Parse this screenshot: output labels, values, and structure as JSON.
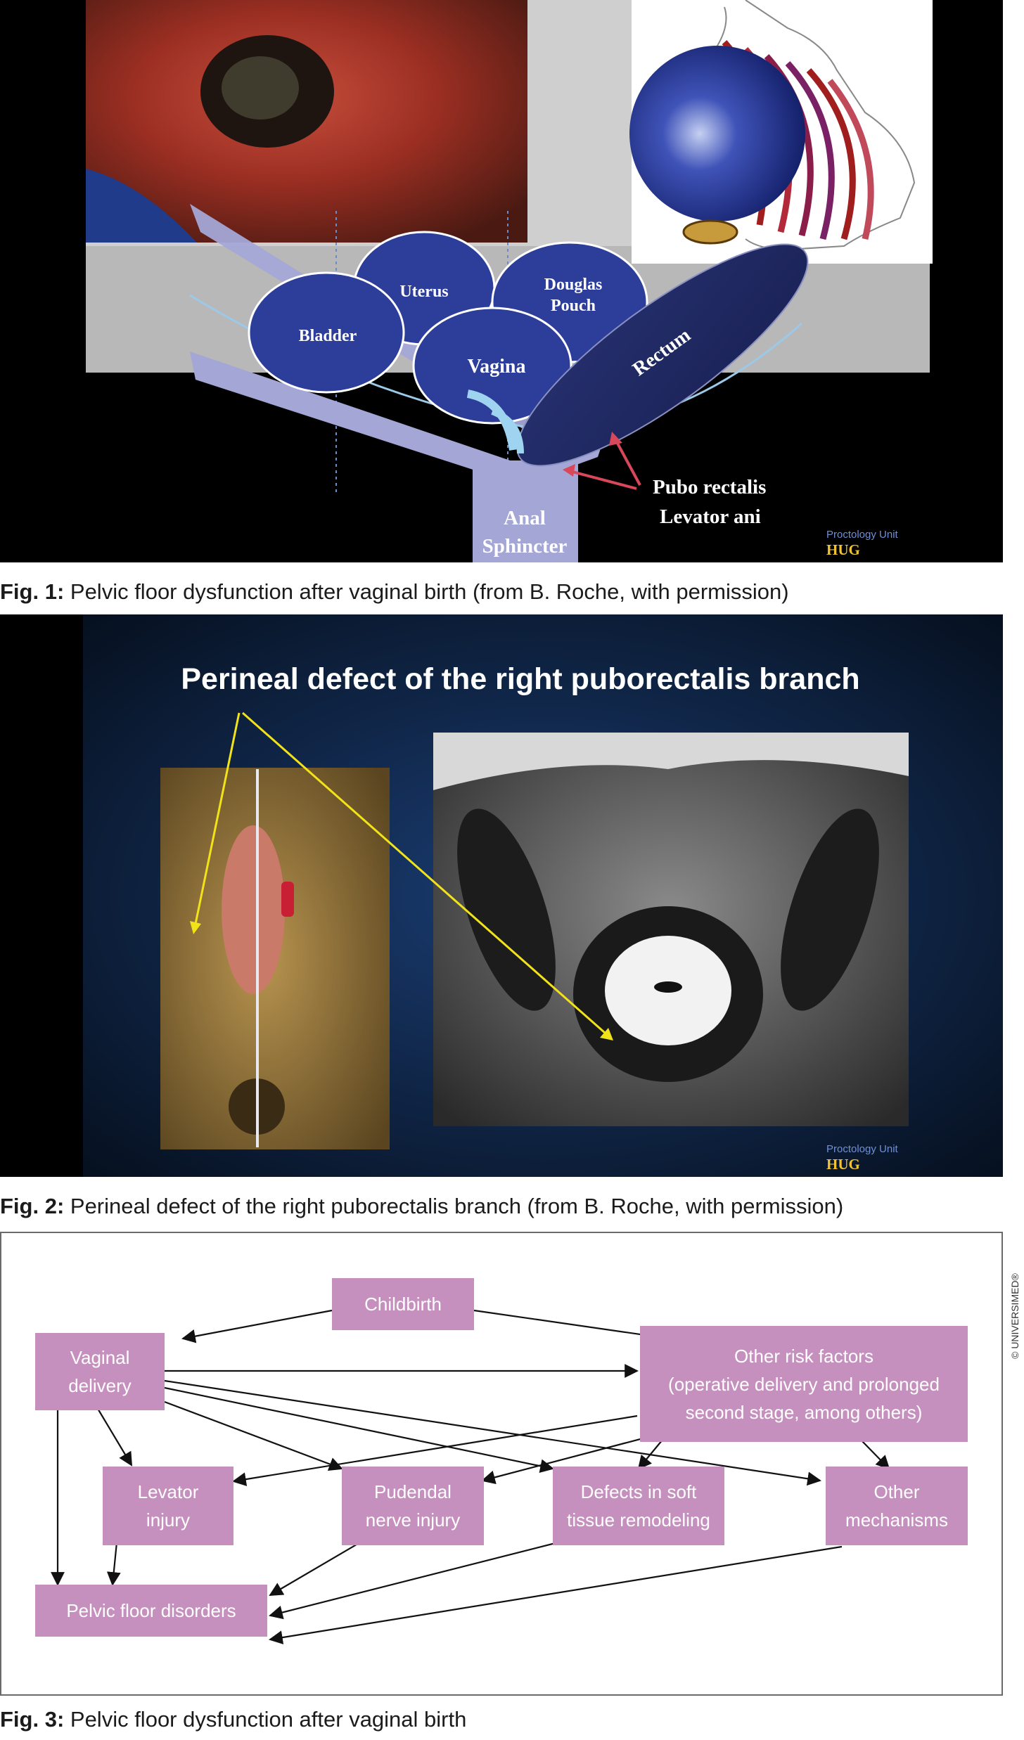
{
  "figure1": {
    "labels": {
      "bladder": "Bladder",
      "uterus": "Uterus",
      "douglas_line1": "Douglas",
      "douglas_line2": "Pouch",
      "vagina": "Vagina",
      "rectum": "Rectum",
      "pubo_line1": "Pubo rectalis",
      "pubo_line2": "Levator ani",
      "anal_line1": "Anal",
      "anal_line2": "Sphincter"
    },
    "watermark_unit": "Proctology Unit",
    "watermark_logo": "HUG",
    "caption_label": "Fig. 1:",
    "caption_text": " Pelvic floor dysfunction after vaginal birth (from B. Roche, with permission)"
  },
  "figure2": {
    "slide_title": "Perineal defect of the right puborectalis branch",
    "watermark_unit": "Proctology Unit",
    "watermark_logo": "HUG",
    "caption_label": "Fig. 2:",
    "caption_text": " Perineal defect of the right puborectalis branch (from B. Roche, with permission)"
  },
  "figure3": {
    "colors": {
      "box": "#c58fbe",
      "arrow": "#111111"
    },
    "boxes": {
      "childbirth": [
        "Childbirth"
      ],
      "vaginal_delivery": [
        "Vaginal",
        "delivery"
      ],
      "other_risk": [
        "Other risk factors",
        "(operative delivery and prolonged",
        "second stage, among others)"
      ],
      "levator": [
        "Levator",
        "injury"
      ],
      "pudendal": [
        "Pudendal",
        "nerve  injury"
      ],
      "defects": [
        "Defects in soft",
        "tissue remodeling"
      ],
      "other_mech": [
        "Other",
        "mechanisms"
      ],
      "pelvic": [
        "Pelvic floor disorders"
      ]
    },
    "copyright": "© UNIVERSIMED®",
    "caption_label": "Fig. 3:",
    "caption_text": " Pelvic floor dysfunction after vaginal birth"
  }
}
